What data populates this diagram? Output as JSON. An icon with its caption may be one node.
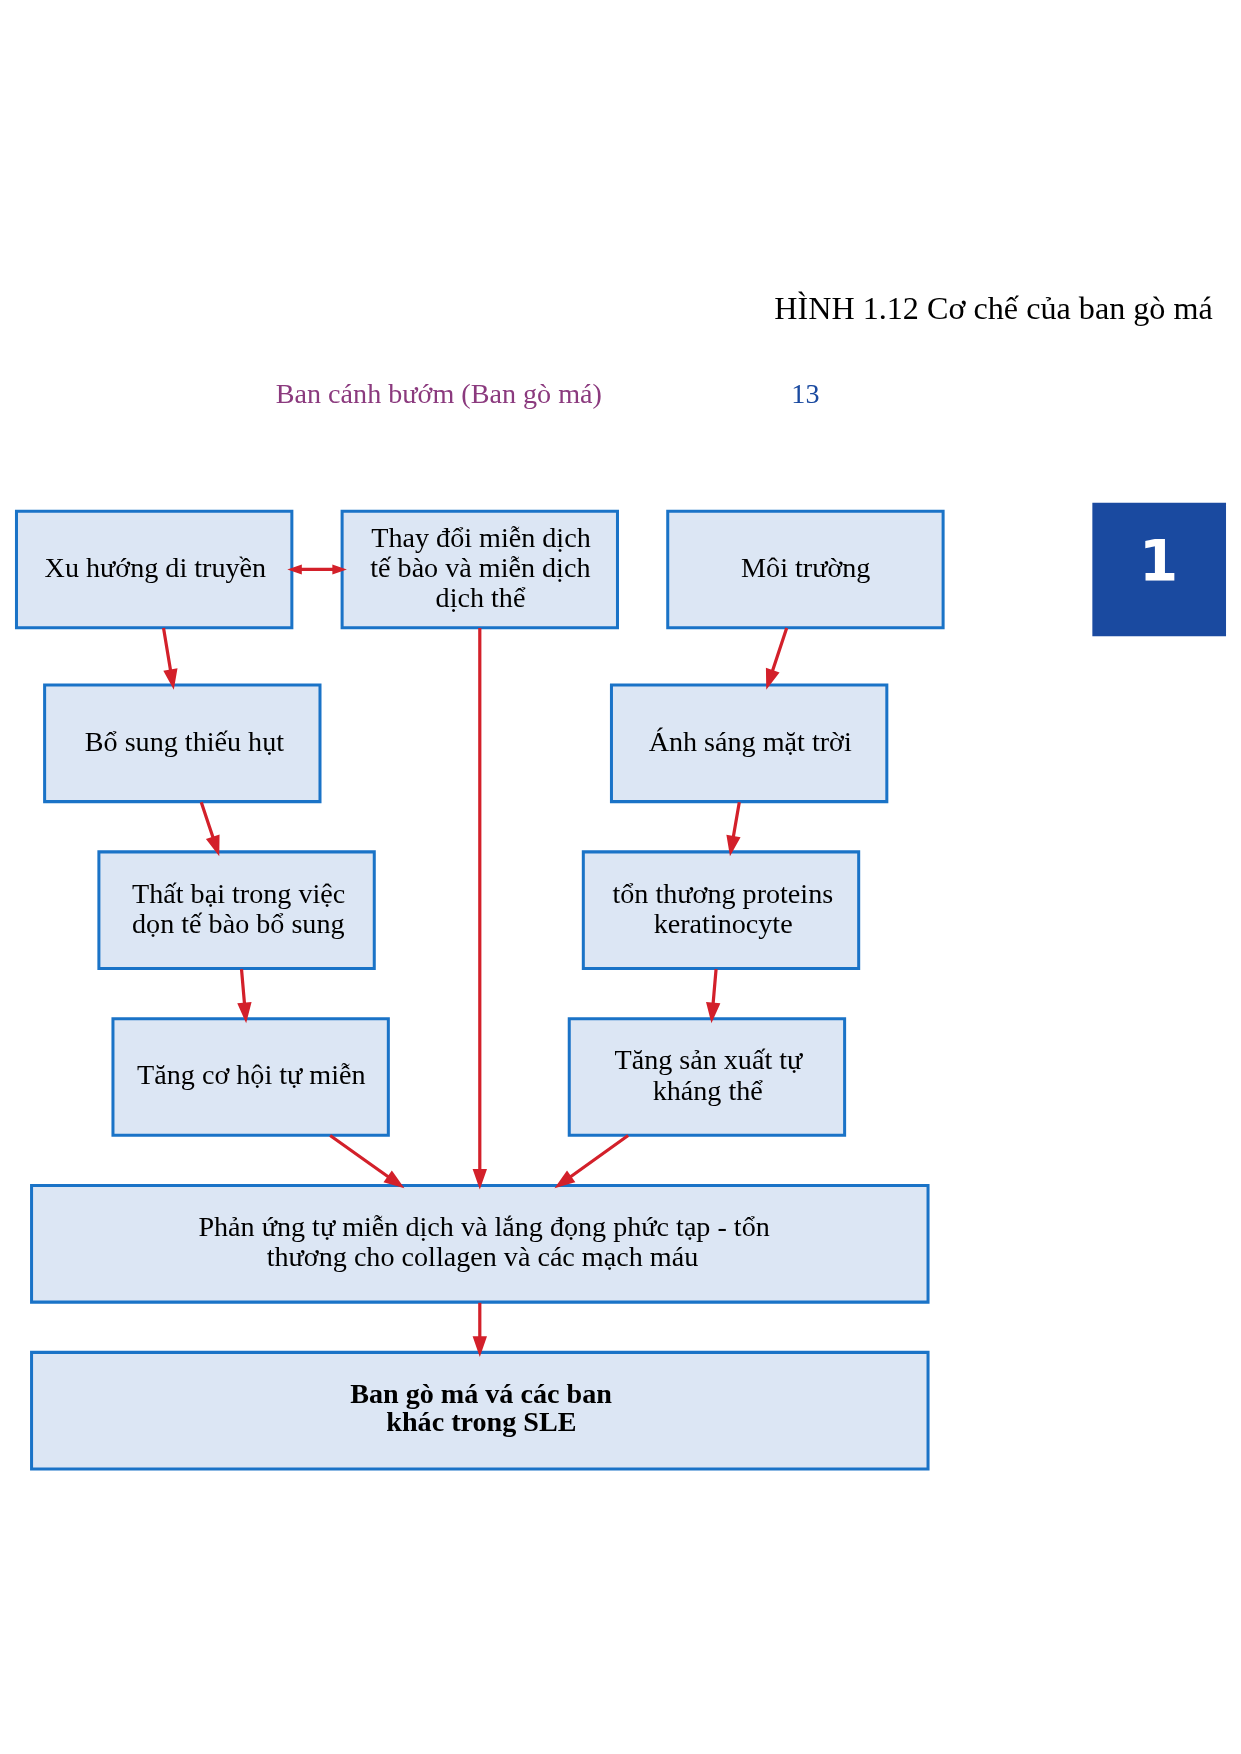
{
  "diagram": {
    "caption": "HÌNH 1.12 Cơ chế của ban gò má",
    "nodes": [
      {
        "text": [
          "Xu hướng di truyền"
        ]
      },
      {
        "text": [
          "Thay đổi miễn dịch tế bào và miễn dịch dịch thể"
        ]
      },
      {
        "text": [
          "Môi trường"
        ]
      },
      {
        "text": [
          "Bổ sung thiếu hụt"
        ]
      },
      {
        "text": [
          "Ánh sáng mặt trời"
        ]
      },
      {
        "text": [
          "Thất bại trong việc dọn tế bào bổ sung"
        ]
      },
      {
        "text": [
          "tổn thương proteins keratinocyte"
        ]
      },
      {
        "text": [
          "Tăng cơ hội tự miễn"
        ]
      },
      {
        "text": [
          "Tăng sản xuất tự kháng thể"
        ]
      },
      {
        "text": [
          "Phản ứng tự miễn dịch và lắng đọng phức tạp - tổn thương cho collagen và các mạch máu"
        ]
      },
      {
        "text": [
          "Ban gò má vá các ban khác trong SLE"
        ]
      }
    ],
    "edges": [
      {
        "from": 0,
        "to": 1,
        "arrow": "both"
      },
      {
        "from": 0,
        "to": 3,
        "arrow": "to"
      },
      {
        "from": 3,
        "to": 5,
        "arrow": "to"
      },
      {
        "from": 5,
        "to": 7,
        "arrow": "to"
      },
      {
        "from": 7,
        "to": 9,
        "arrow": "to"
      },
      {
        "from": 1,
        "to": 9,
        "arrow": "to"
      },
      {
        "from": 2,
        "to": 4,
        "arrow": "to"
      },
      {
        "from": 4,
        "to": 6,
        "arrow": "to"
      },
      {
        "from": 6,
        "to": 8,
        "arrow": "to"
      },
      {
        "from": 8,
        "to": 9,
        "arrow": "to"
      },
      {
        "from": 9,
        "to": 10,
        "arrow": "to"
      }
    ],
    "labels": [
      "Ban cánh bướm (Ban gò má)",
      "13",
      "1"
    ]
  }
}
